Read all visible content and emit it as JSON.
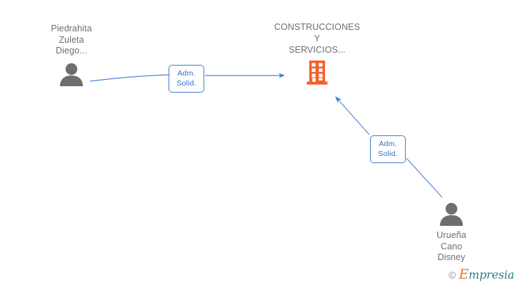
{
  "diagram": {
    "type": "org-relationship-graph",
    "background_color": "#ffffff",
    "edge_color": "#4a86d4",
    "person_icon_color": "#6e6e6e",
    "company_icon_color": "#f4602c",
    "label_text_color": "#6e6e6e",
    "chip_border_color": "#3f7fd0",
    "chip_text_color": "#2f6fc4"
  },
  "nodes": {
    "person_left": {
      "name": "Piedrahita\nZuleta\nDiego...",
      "icon": "person-icon",
      "type": "person"
    },
    "company": {
      "name": "CONSTRUCCIONES\nY\nSERVICIOS...",
      "icon": "building-icon",
      "type": "company"
    },
    "person_right": {
      "name": "Urueña\nCano\nDisney",
      "icon": "person-icon",
      "type": "person"
    }
  },
  "edges": [
    {
      "id": "edge-1",
      "from": "person_left",
      "to": "company",
      "label_line1": "Adm.",
      "label_line2": "Solid.",
      "direction": "to-company"
    },
    {
      "id": "edge-2",
      "from": "person_right",
      "to": "company",
      "label_line1": "Adm.",
      "label_line2": "Solid.",
      "direction": "to-company"
    }
  ],
  "watermark": {
    "copyright_symbol": "©",
    "brand_initial": "E",
    "brand_rest": "mpresia"
  }
}
